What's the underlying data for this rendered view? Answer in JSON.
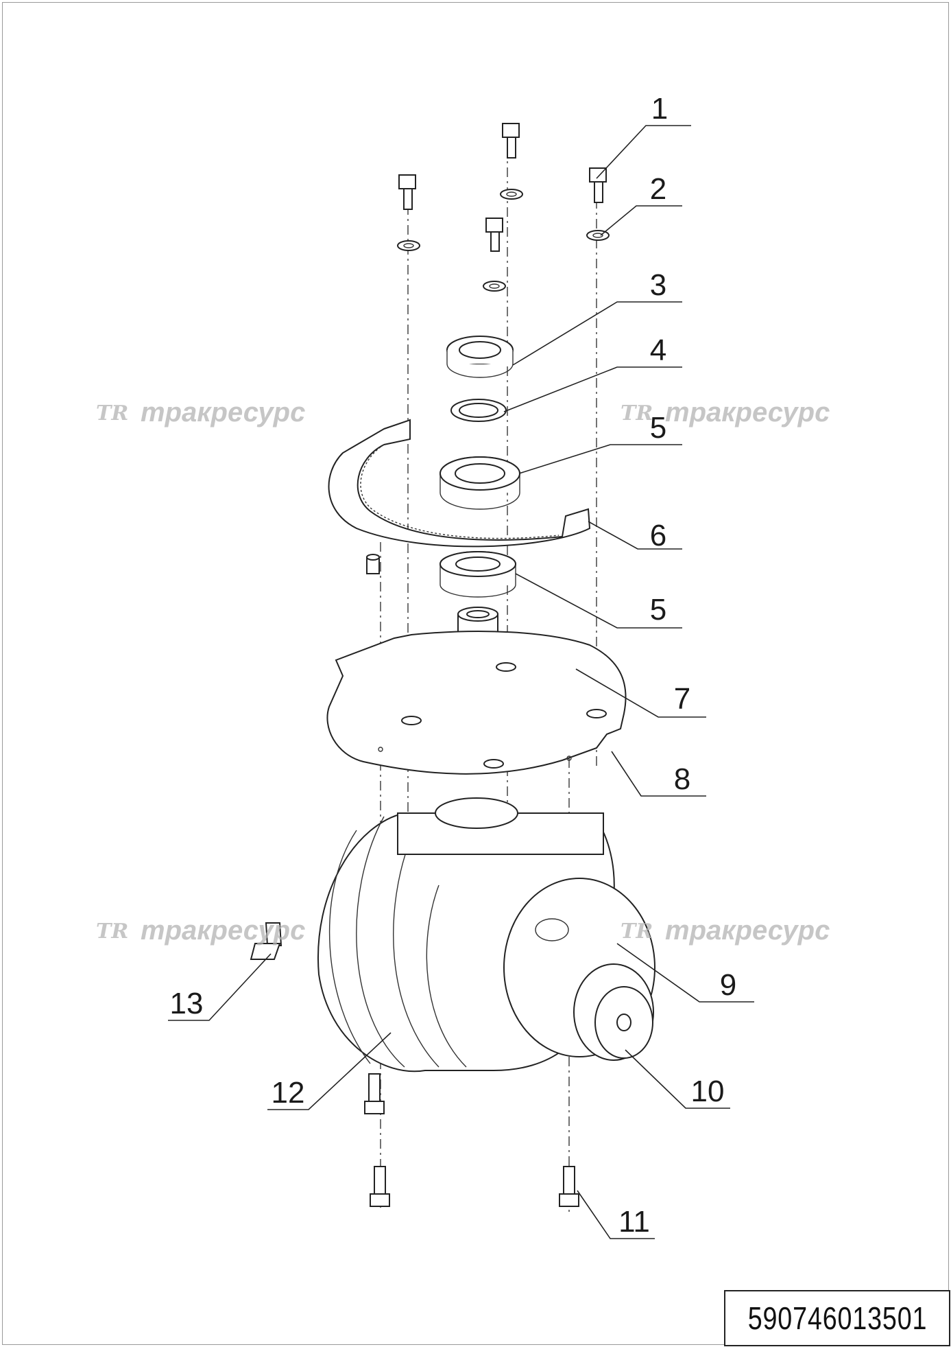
{
  "callouts": [
    "1",
    "2",
    "3",
    "4",
    "5",
    "6",
    "5",
    "7",
    "8",
    "9",
    "10",
    "11",
    "12",
    "13"
  ],
  "watermark": {
    "logo": "TR",
    "text": "тракресурс"
  },
  "document_number": "590746013501",
  "colors": {
    "line": "#222222",
    "watermark": "#b4b4b4",
    "background": "#ffffff"
  }
}
